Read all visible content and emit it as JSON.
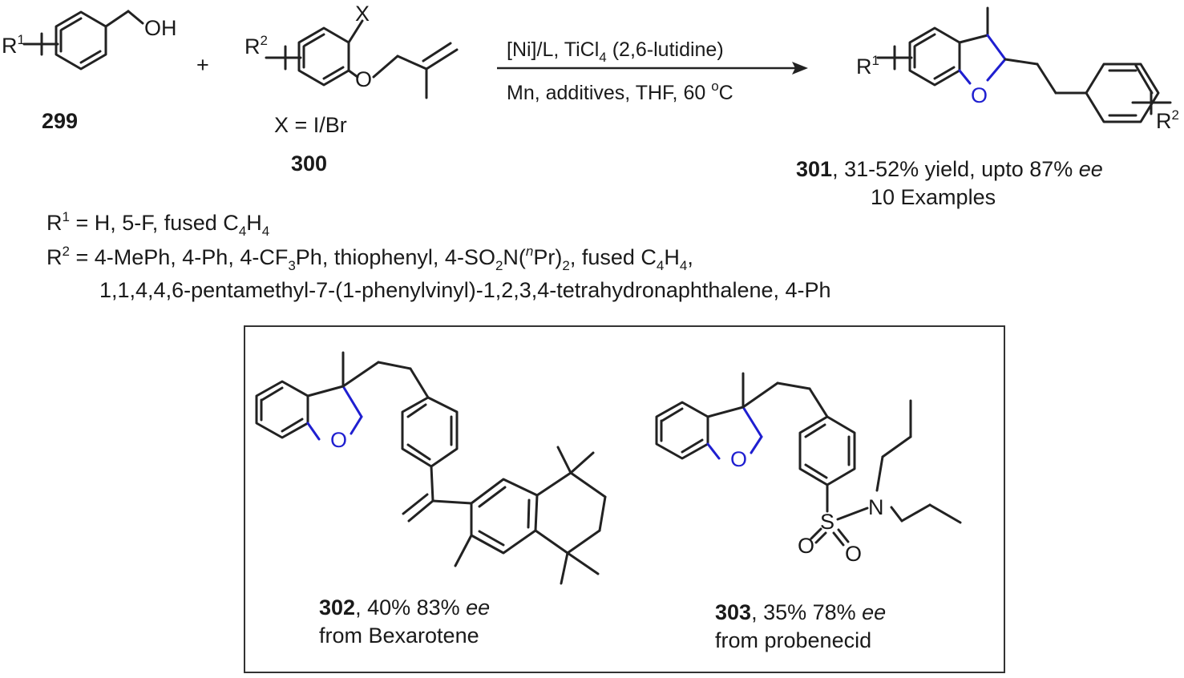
{
  "compound_299": {
    "id": "299",
    "substituent": "R",
    "sub_sup": "1",
    "oh": "OH"
  },
  "plus_sign": "+",
  "compound_300": {
    "id": "300",
    "substituent": "R",
    "sub_sup": "2",
    "x_atom": "X",
    "o_atom": "O",
    "x_def": "X = I/Br"
  },
  "conditions": {
    "line1_a": "[Ni]/L, TiCl",
    "line1_sub": "4",
    "line1_b": " (2,6-lutidine)",
    "line2_a": "Mn, additives, THF, 60 ",
    "line2_sup": "o",
    "line2_b": "C"
  },
  "product_301": {
    "id": "301",
    "r1": "R",
    "r1_sup": "1",
    "r2": "R",
    "r2_sup": "2",
    "o_atom": "O",
    "yield_text": ", 31-52% yield, upto 87% ",
    "ee": "ee",
    "examples": "10 Examples"
  },
  "r1_definition": {
    "prefix": "R",
    "sup": "1",
    "text": " = H, 5-F,  fused C",
    "sub1": "4",
    "mid": "H",
    "sub2": "4"
  },
  "r2_definition": {
    "prefix": "R",
    "sup": "2",
    "t1": " = 4-MePh, 4-Ph, 4-CF",
    "s1": "3",
    "t2": "Ph, thiophenyl, 4-SO",
    "s2": "2",
    "t3": "N(",
    "sup_n": "n",
    "t4": "Pr)",
    "s3": "2",
    "t5": ", fused C",
    "s4": "4",
    "t6": "H",
    "s5": "4",
    "t7": ",",
    "line2": "1,1,4,4,6-pentamethyl-7-(1-phenylvinyl)-1,2,3,4-tetrahydronaphthalene, 4-Ph"
  },
  "compound_302": {
    "id": "302",
    "text": ", 40% 83% ",
    "ee": "ee",
    "from": "from Bexarotene",
    "o_atom": "O"
  },
  "compound_303": {
    "id": "303",
    "text": ", 35% 78% ",
    "ee": "ee",
    "from": "from probenecid",
    "o_atom": "O",
    "s_atom": "S",
    "n_atom": "N",
    "o1": "O",
    "o2": "O"
  },
  "colors": {
    "ring_highlight": "#1f1fd0",
    "bond": "#222222",
    "box_border": "#333333"
  }
}
